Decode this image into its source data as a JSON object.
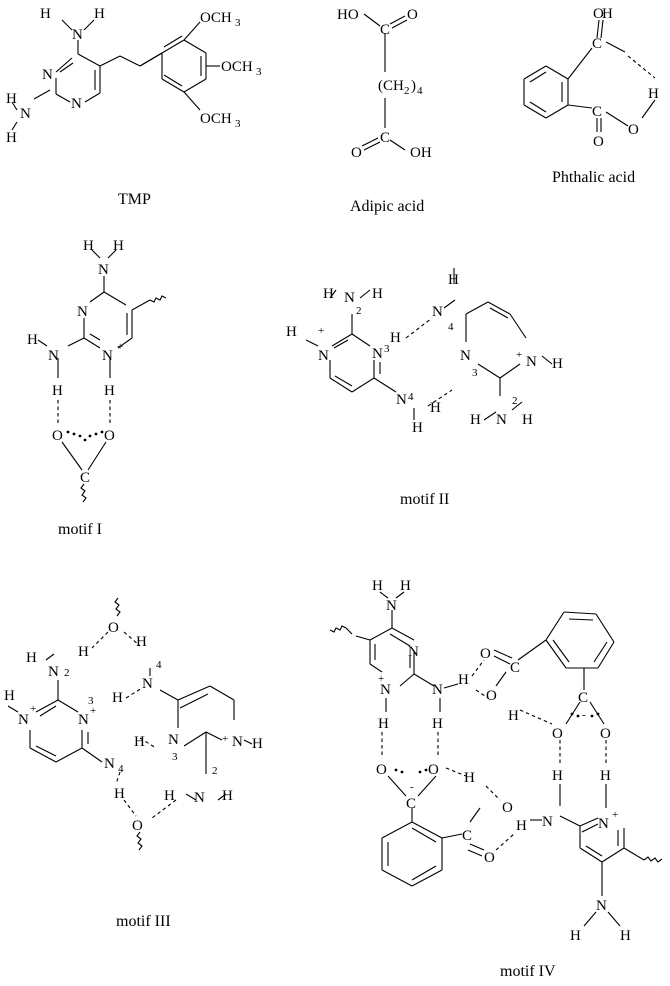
{
  "captions": {
    "tmp": "TMP",
    "adipic": "Adipic acid",
    "phthalic": "Phthalic acid",
    "motif1": "motif I",
    "motif2": "motif II",
    "motif3": "motif III",
    "motif4": "motif IV"
  },
  "labels": {
    "H": "H",
    "N": "N",
    "O": "O",
    "C": "C",
    "OH": "OH",
    "HO": "HO",
    "OCH3": "OCH",
    "three": "3",
    "ch2": "(CH",
    "two": "2",
    "paren_close": ")",
    "four": "4",
    "plus": "+",
    "minus": "-"
  }
}
